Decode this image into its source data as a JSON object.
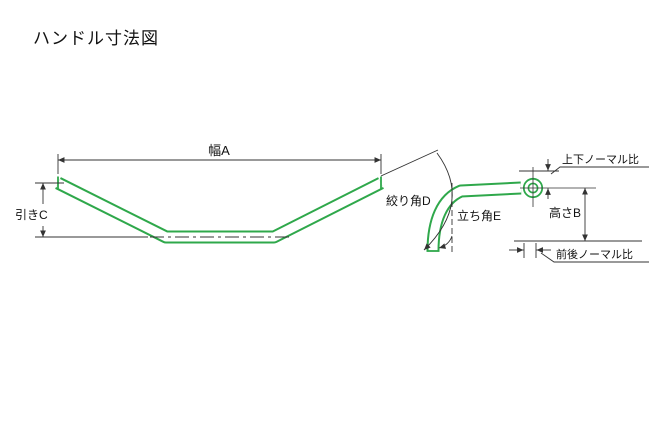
{
  "page": {
    "title": "ハンドル寸法図",
    "background": "#ffffff"
  },
  "diagram": {
    "labels": {
      "width_a": "幅A",
      "pull_c": "引きC",
      "sweep_angle_d": "絞り角D",
      "rise_angle_e": "立ち角E",
      "upper_lower_normal_ratio": "上下ノーマル比",
      "height_b": "高さB",
      "front_rear_normal_ratio": "前後ノーマル比"
    },
    "colors": {
      "handlebar": "#2fa84b",
      "dimension": "#333333",
      "text": "#111111"
    }
  }
}
